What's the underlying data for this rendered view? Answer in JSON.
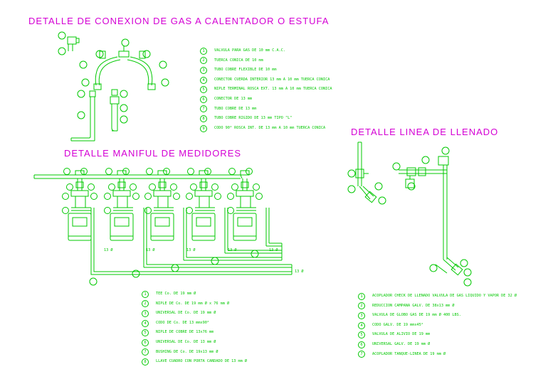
{
  "titles": {
    "gas": "DETALLE DE CONEXION DE GAS A CALENTADOR O ESTUFA",
    "manifold": "DETALLE MANIFUL DE MEDIDORES",
    "llenado": "DETALLE LINEA DE LLENADO"
  },
  "legend_gas": [
    {
      "n": "1",
      "text": "VALVULA PARA GAS DE 10 mm C.A.C."
    },
    {
      "n": "2",
      "text": "TUERCA CONICA DE 10 mm"
    },
    {
      "n": "3",
      "text": "TUBO COBRE FLEXIBLE DE 10 mm"
    },
    {
      "n": "4",
      "text": "CONECTOR CUERDA INTERIOR 13 mm A 10 mm TUERCA CONICA"
    },
    {
      "n": "5",
      "text": "NIPLE TERMINAL ROSCA EXT. 13 mm A 10 mm TUERCA CONICA"
    },
    {
      "n": "6",
      "text": "CONECTOR DE 13 mm"
    },
    {
      "n": "7",
      "text": "TUBO COBRE DE 13 mm"
    },
    {
      "n": "8",
      "text": "TUBO COBRE RIGIDO DE 13 mm TIPO \"L\""
    },
    {
      "n": "9",
      "text": "CODO 90° ROSCA INT. DE 13 mm A 10 mm TUERCA CONICA"
    }
  ],
  "legend_manifold": [
    {
      "n": "1",
      "text": "TEE Co. DE 19 mm Ø"
    },
    {
      "n": "2",
      "text": "NIPLE DE Co. DE 19 mm Ø x 76 mm Ø"
    },
    {
      "n": "3",
      "text": "UNIVERSAL DE Co. DE 19 mm Ø"
    },
    {
      "n": "4",
      "text": "CODO DE Co. DE 13 mmx90°"
    },
    {
      "n": "5",
      "text": "NIPLE DE COBRE DE 13x76 mm"
    },
    {
      "n": "6",
      "text": "UNIVERSAL DE Co. DE 13 mm Ø"
    },
    {
      "n": "7",
      "text": "BUSHING DE Co. DE 19x13 mm Ø"
    },
    {
      "n": "8",
      "text": "LLAVE CUADRO CON PORTA CANDADO DE 13 mm Ø"
    }
  ],
  "legend_llenado": [
    {
      "n": "1",
      "text": "ACOPLADOR CHECK DE LLENADO VALVULA DE GAS LIQUIDO Y VAPOR DE 32 Ø"
    },
    {
      "n": "2",
      "text": "REDUCCION CAMPANA GALV. DE 38x13 mm Ø"
    },
    {
      "n": "3",
      "text": "VALVULA DE GLOBO GAS DE 19 mm Ø 400 LBS."
    },
    {
      "n": "4",
      "text": "CODO GALV. DE 19 mmx45°"
    },
    {
      "n": "5",
      "text": "VALVULA DE ALIVIO DE 19 mm"
    },
    {
      "n": "6",
      "text": "UNIVERSAL GALV. DE 19 mm Ø"
    },
    {
      "n": "7",
      "text": "ACOPLADOR TANQUE-LINEA DE 19 mm Ø"
    }
  ],
  "manifold_labels": {
    "d1": "13 Ø",
    "d2": "13 Ø",
    "d3": "13 Ø",
    "d4": "13 Ø",
    "d5": "13 Ø",
    "d6": "13 Ø"
  },
  "colors": {
    "line": "#00c800",
    "title": "#d400d4",
    "background": "#ffffff"
  }
}
